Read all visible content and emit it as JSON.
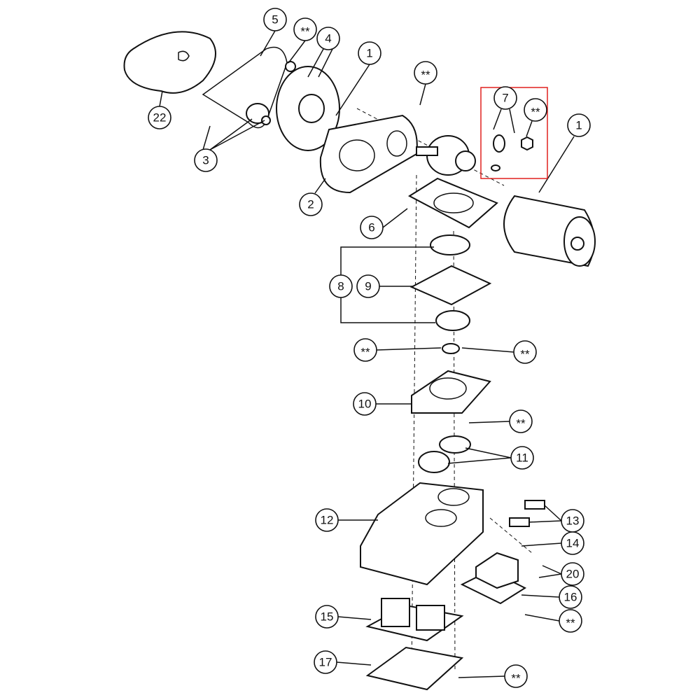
{
  "diagram": {
    "callouts": [
      "5",
      "**",
      "4",
      "1",
      "**",
      "7",
      "**",
      "1",
      "22",
      "3",
      "2",
      "6",
      "8",
      "9",
      "**",
      "**",
      "10",
      "**",
      "11",
      "12",
      "13",
      "14",
      "20",
      "16",
      "**",
      "15",
      "17",
      "**"
    ],
    "highlight_color": "#e0201e",
    "line_color": "#111111"
  }
}
